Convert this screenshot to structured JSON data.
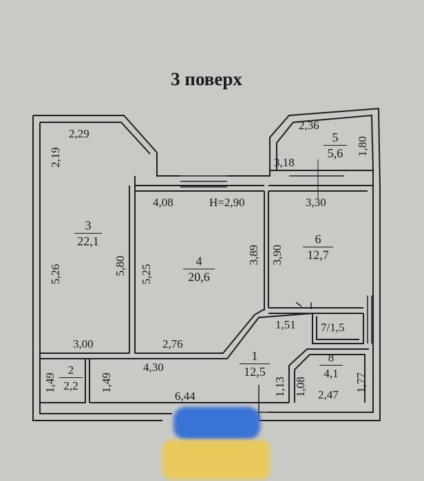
{
  "title": "3 поверх",
  "height_label": "H=2,90",
  "rooms": [
    {
      "number": "3",
      "area": "22,1"
    },
    {
      "number": "4",
      "area": "20,6"
    },
    {
      "number": "6",
      "area": "12,7"
    },
    {
      "number": "5",
      "area": "5,6"
    },
    {
      "number": "1",
      "area": "12,5"
    },
    {
      "number": "2",
      "area": "2,2"
    },
    {
      "number": "8",
      "area": "4,1"
    }
  ],
  "room7_label": "7/1,5",
  "dimensions": {
    "d229": "2,29",
    "d219": "2,19",
    "d526": "5,26",
    "d300": "3,00",
    "d408": "4,08",
    "d580": "5,80",
    "d525": "5,25",
    "d276": "2,76",
    "d236": "2,36",
    "d180": "1,80",
    "d318": "3,18",
    "d330": "3,30",
    "d389": "3,89",
    "d390": "3,90",
    "d151": "1,51",
    "d149a": "1,49",
    "d149b": "1,49",
    "d430": "4,30",
    "d644": "6,44",
    "d113": "1,13",
    "d108": "1,08",
    "d247": "2,47",
    "d177": "1,77"
  },
  "colors": {
    "background": "#c9cac5",
    "wall": "#1e1e1e",
    "flag_blue": "#3a73d6",
    "flag_yellow": "#e9c95c"
  }
}
